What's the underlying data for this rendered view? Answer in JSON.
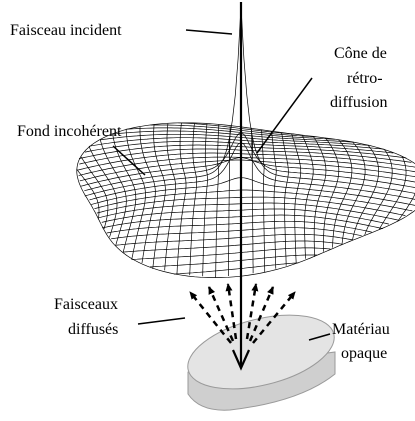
{
  "labels": {
    "incident_beam": "Faisceau incident",
    "backscatter_cone_line1": "Cône de",
    "backscatter_cone_line2": "rétro-",
    "backscatter_cone_line3": "diffusion",
    "incoherent_background": "Fond incohérent",
    "scattered_beams_line1": "Faisceaux",
    "scattered_beams_line2": "diffusés",
    "opaque_material_line1": "Matériau",
    "opaque_material_line2": "opaque"
  },
  "colors": {
    "ink": "#000000",
    "sample_top": "#e4e4e4",
    "sample_side": "#cfcfcf",
    "sample_edge": "#9a9a9a"
  }
}
